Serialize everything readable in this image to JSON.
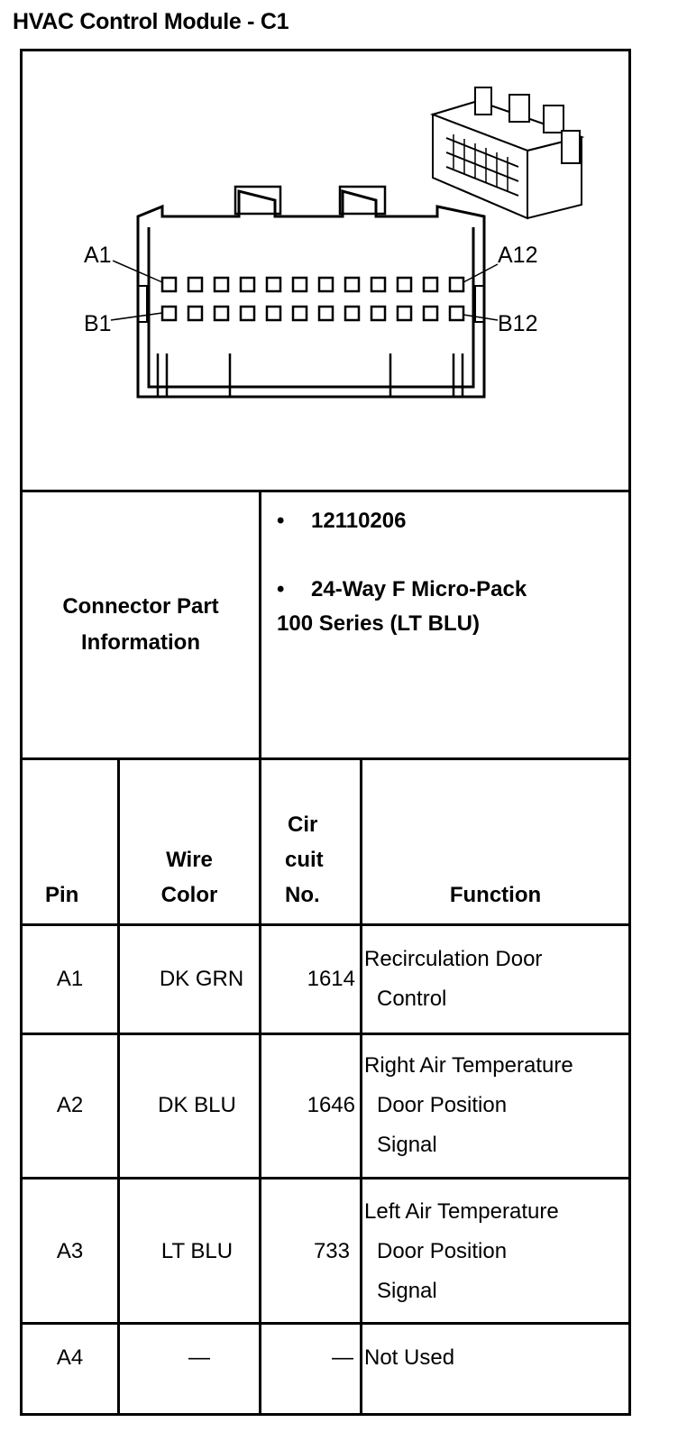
{
  "title": "HVAC Control Module - C1",
  "diagram": {
    "labels": {
      "a1": "A1",
      "a12": "A12",
      "b1": "B1",
      "b12": "B12"
    },
    "pins_per_row": 12
  },
  "connector_info": {
    "label_line1": "Connector Part",
    "label_line2": "Information",
    "part_number": "12110206",
    "description_line1": "24-Way F Micro-Pack",
    "description_line2": "100 Series (LT BLU)",
    "bullet": "•"
  },
  "table": {
    "headers": {
      "pin": "Pin",
      "wire_color_line1": "Wire",
      "wire_color_line2": "Color",
      "circuit_line1": "Cir",
      "circuit_line2": "cuit",
      "circuit_line3": "No.",
      "function": "Function"
    },
    "rows": [
      {
        "pin": "A1",
        "wire_color": "DK GRN",
        "circuit": "1614",
        "function": [
          "Recirculation Door",
          "Control"
        ]
      },
      {
        "pin": "A2",
        "wire_color": "DK BLU",
        "circuit": "1646",
        "function": [
          "Right Air Temperature",
          "Door Position",
          "Signal"
        ]
      },
      {
        "pin": "A3",
        "wire_color": "LT BLU",
        "circuit": "733",
        "function": [
          "Left Air Temperature",
          "Door Position",
          "Signal"
        ]
      },
      {
        "pin": "A4",
        "wire_color": "—",
        "circuit": "—",
        "function": [
          "Not Used"
        ]
      }
    ]
  }
}
